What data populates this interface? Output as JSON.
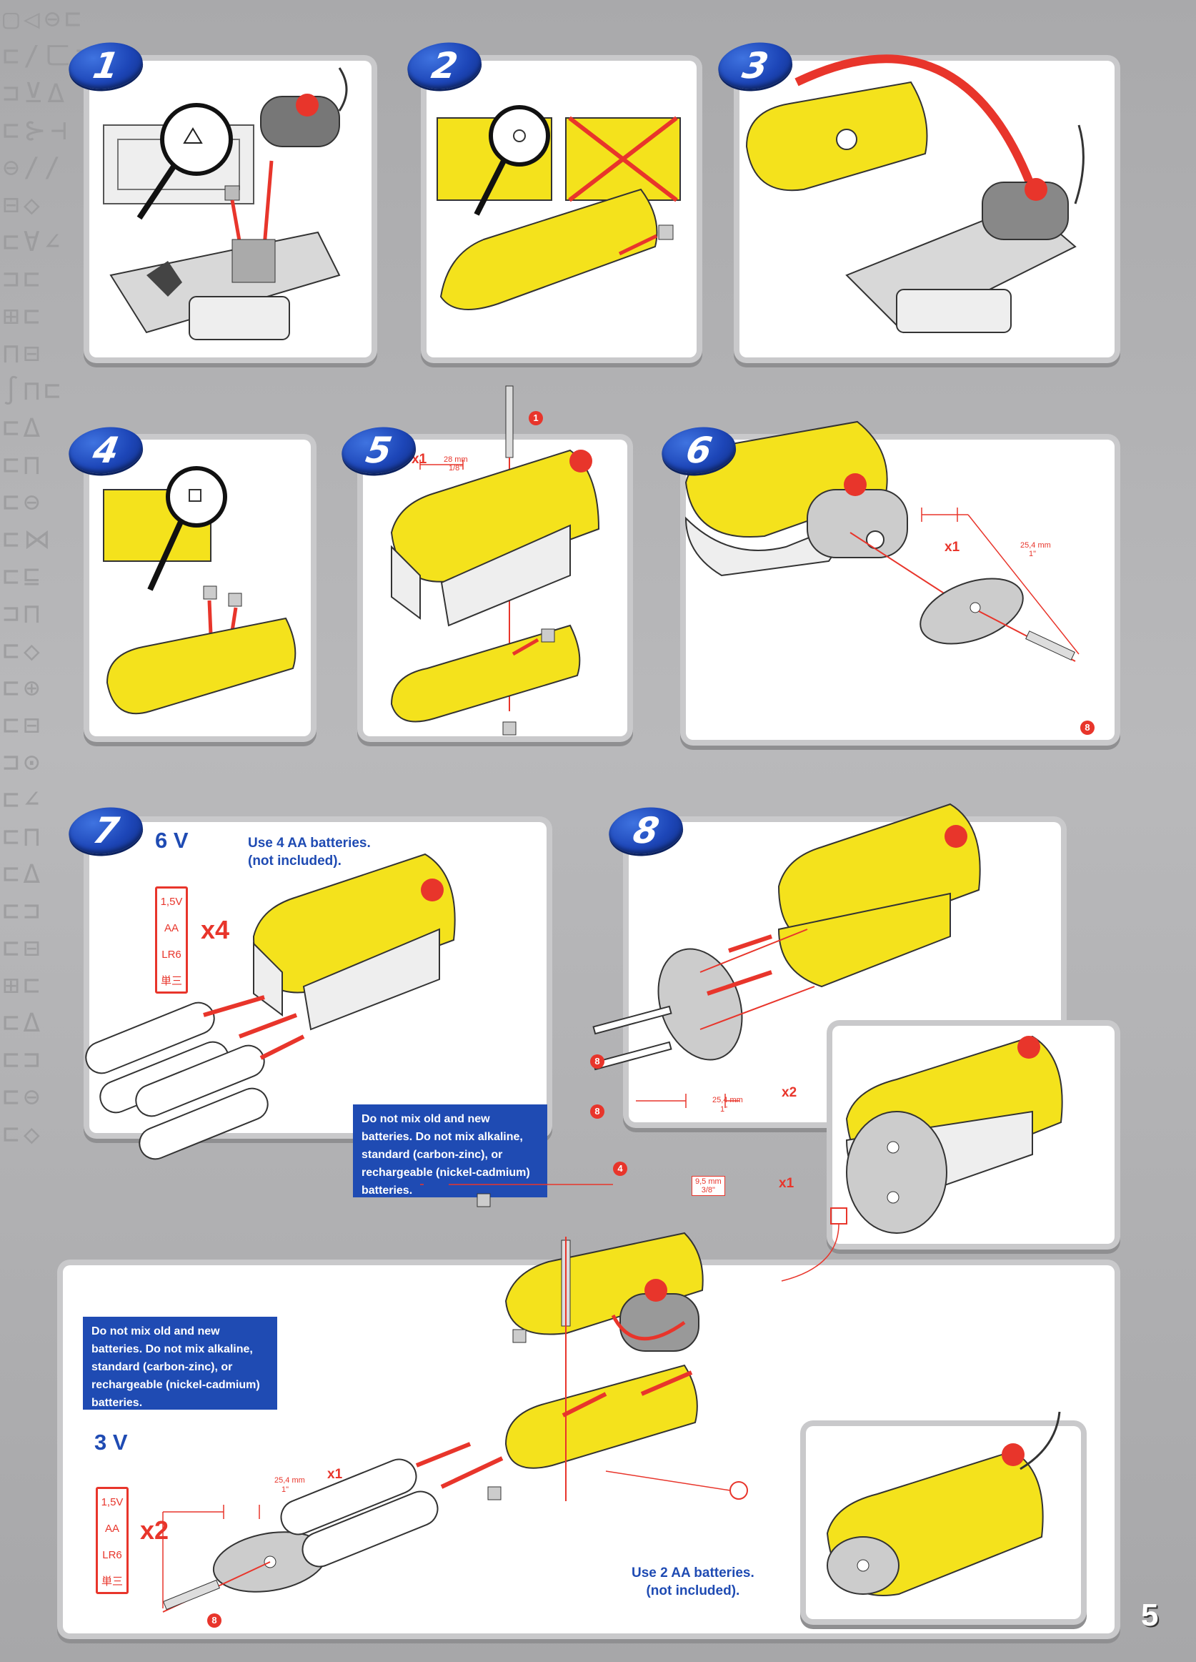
{
  "steps": [
    {
      "number": "1"
    },
    {
      "number": "2"
    },
    {
      "number": "3"
    },
    {
      "number": "4"
    },
    {
      "number": "5"
    },
    {
      "number": "6"
    },
    {
      "number": "7"
    },
    {
      "number": "8"
    }
  ],
  "step5": {
    "qty": "x1",
    "length": "28 mm",
    "inch": "1/8\"",
    "part_no": "1"
  },
  "step6": {
    "qty": "x1",
    "length": "25,4 mm",
    "inch": "1\"",
    "part_no": "8"
  },
  "step7": {
    "voltage": "6 V",
    "battery_lines": [
      "1,5V",
      "AA",
      "LR6",
      "単三"
    ],
    "multiplier": "x4",
    "use_text": [
      "Use 4 AA batteries.",
      "(not included)."
    ],
    "warning": [
      "Do not mix old and new",
      "batteries. Do not mix alkaline,",
      "standard (carbon-zinc), or",
      "rechargeable (nickel-cadmium)",
      "batteries."
    ]
  },
  "step8": {
    "qty": "x2",
    "length": "25,4 mm",
    "inch": "1\"",
    "part_no": "8"
  },
  "bottom": {
    "screw_qty": "x1",
    "screw_length": "9,5 mm",
    "screw_inch": "3/8\"",
    "screw_part": "4",
    "voltage": "3 V",
    "battery_lines": [
      "1,5V",
      "AA",
      "LR6",
      "単三"
    ],
    "multiplier": "x2",
    "bolt_qty": "x1",
    "bolt_length": "25,4 mm",
    "bolt_inch": "1\"",
    "bolt_part": "8",
    "use_text": [
      "Use 2 AA batteries.",
      "(not included)."
    ],
    "warning": [
      "Do not mix old and new",
      "batteries. Do not mix alkaline,",
      "standard (carbon-zinc), or",
      "rechargeable (nickel-cadmium)",
      "batteries."
    ]
  },
  "page_number": "5",
  "colors": {
    "yellow": "#f4e21c",
    "red": "#e8352b",
    "blue": "#1f4bb3",
    "grey": "#c8c8ca"
  }
}
